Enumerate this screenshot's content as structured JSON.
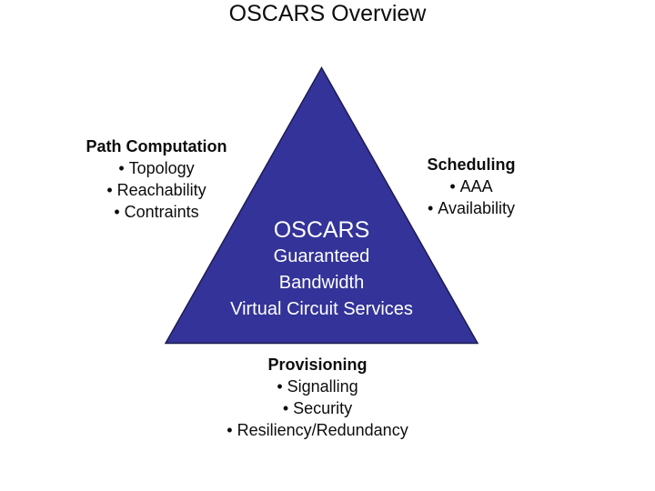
{
  "slide": {
    "title": "OSCARS Overview",
    "bullet_char": "•",
    "triangle": {
      "fill": "#333399",
      "border": "#1c1c55",
      "heading": "OSCARS",
      "lines": [
        "Guaranteed",
        "Bandwidth",
        "Virtual Circuit Services"
      ],
      "text_color": "#ffffff"
    },
    "blocks": {
      "path_computation": {
        "heading": "Path Computation",
        "items": [
          "Topology",
          "Reachability",
          "Contraints"
        ]
      },
      "scheduling": {
        "heading": "Scheduling",
        "items": [
          "AAA",
          "Availability"
        ]
      },
      "provisioning": {
        "heading": "Provisioning",
        "items": [
          "Signalling",
          "Security",
          "Resiliency/Redundancy"
        ]
      }
    }
  }
}
